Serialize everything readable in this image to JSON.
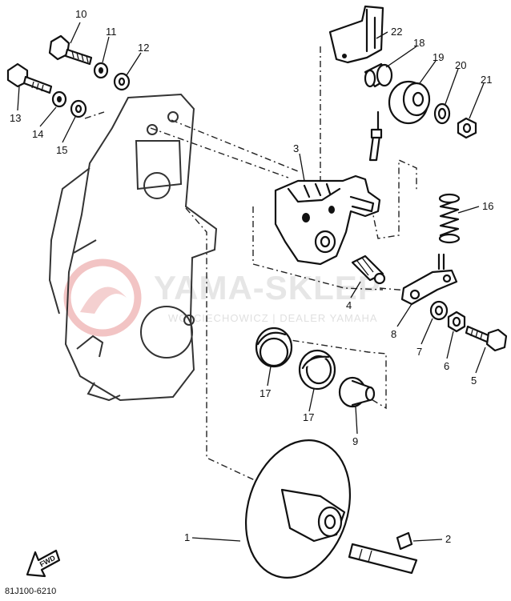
{
  "callouts": [
    {
      "id": "1",
      "text": "1"
    },
    {
      "id": "2",
      "text": "2"
    },
    {
      "id": "3",
      "text": "3"
    },
    {
      "id": "4",
      "text": "4"
    },
    {
      "id": "5",
      "text": "5"
    },
    {
      "id": "6",
      "text": "6"
    },
    {
      "id": "7",
      "text": "7"
    },
    {
      "id": "8",
      "text": "8"
    },
    {
      "id": "9",
      "text": "9"
    },
    {
      "id": "10",
      "text": "10"
    },
    {
      "id": "11",
      "text": "11"
    },
    {
      "id": "12",
      "text": "12"
    },
    {
      "id": "13",
      "text": "13"
    },
    {
      "id": "14",
      "text": "14"
    },
    {
      "id": "15",
      "text": "15"
    },
    {
      "id": "16",
      "text": "16"
    },
    {
      "id": "17a",
      "text": "17"
    },
    {
      "id": "17b",
      "text": "17"
    },
    {
      "id": "18",
      "text": "18"
    },
    {
      "id": "19",
      "text": "19"
    },
    {
      "id": "20",
      "text": "20"
    },
    {
      "id": "21",
      "text": "21"
    },
    {
      "id": "22",
      "text": "22"
    }
  ],
  "watermark": {
    "title": "YAMA-SKLEP",
    "subtitle": "WOJCIECHOWICZ | DEALER YAMAHA",
    "color": "#e8a0a0"
  },
  "direction_label": "FWD",
  "diagram_code": "81J100-6210"
}
